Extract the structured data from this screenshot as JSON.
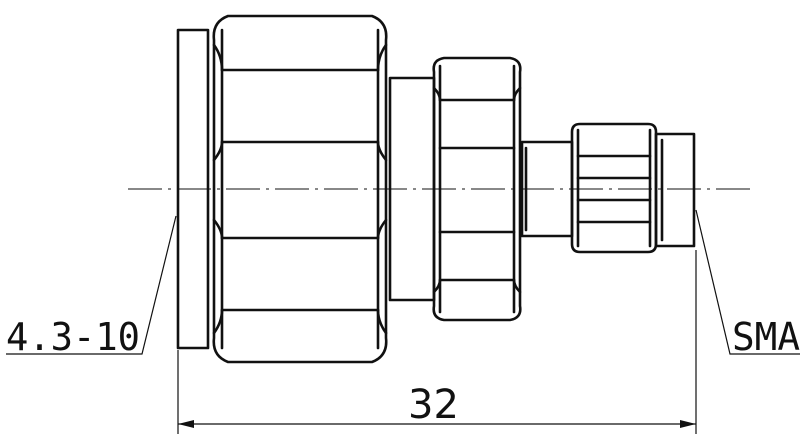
{
  "labels": {
    "left_connector": "4.3-10",
    "right_connector": "SMA",
    "overall_length": "32"
  }
}
